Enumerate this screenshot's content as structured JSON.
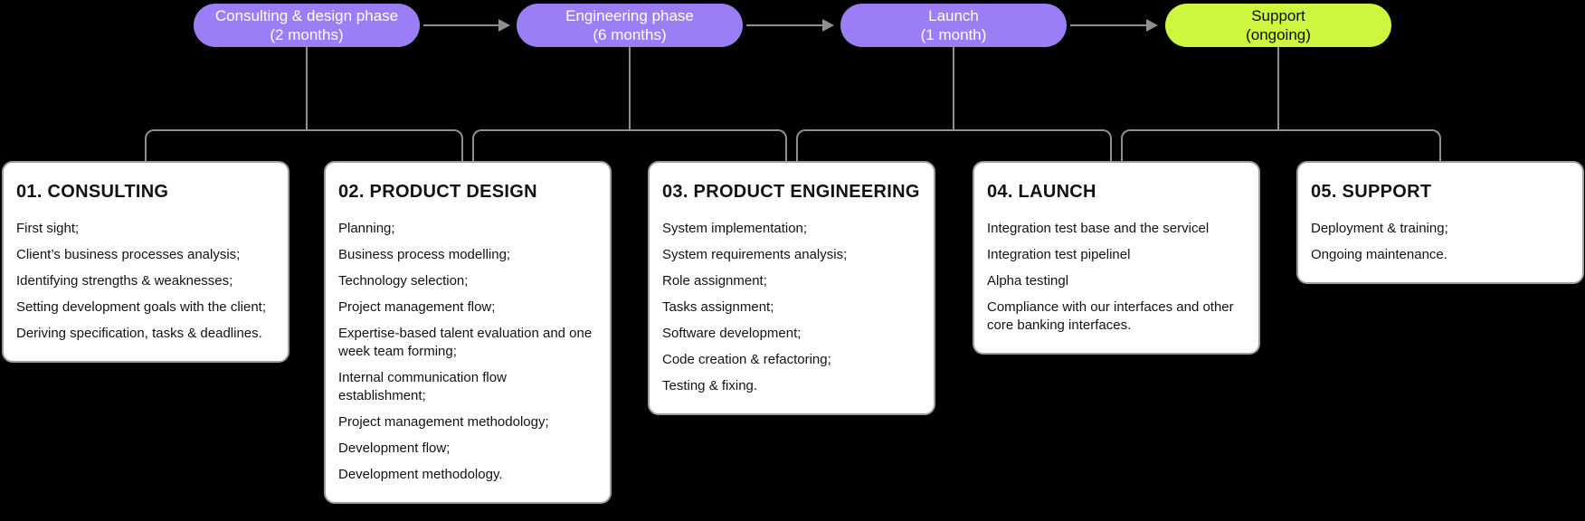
{
  "colors": {
    "bg": "#000000",
    "purple": "#9b7ef5",
    "lime": "#cdf63e",
    "line": "#8f8f8f",
    "card_bg": "#ffffff",
    "card_border": "#9e9e9e",
    "text_dark": "#121212",
    "pill_text_light": "#ffffff",
    "pill_text_dark": "#0d0d0d"
  },
  "timeline": {
    "phases": [
      {
        "label": "Consulting & design phase",
        "duration": "(2 months)"
      },
      {
        "label": "Engineering phase",
        "duration": "(6 months)"
      },
      {
        "label": "Launch",
        "duration": "(1 month)"
      },
      {
        "label": "Support",
        "duration": "(ongoing)"
      }
    ]
  },
  "cards": [
    {
      "title": "01. CONSULTING",
      "items": [
        "First sight;",
        "Client’s business processes analysis;",
        "Identifying strengths & weaknesses;",
        "Setting development goals with the client;",
        "Deriving specification, tasks & deadlines."
      ]
    },
    {
      "title": "02. PRODUCT DESIGN",
      "items": [
        "Planning;",
        "Business process modelling;",
        "Technology selection;",
        "Project management flow;",
        "Expertise-based talent evaluation and one week team forming;",
        "Internal communication flow establishment;",
        "Project management methodology;",
        "Development flow;",
        "Development methodology."
      ]
    },
    {
      "title": "03. PRODUCT ENGINEERING",
      "items": [
        "System implementation;",
        "System requirements analysis;",
        "Role assignment;",
        "Tasks assignment;",
        "Software development;",
        "Code creation & refactoring;",
        "Testing & fixing."
      ]
    },
    {
      "title": "04. LAUNCH",
      "items": [
        "Integration test base and the servicel",
        "Integration test pipelinel",
        "Alpha testingl",
        "Compliance with our interfaces and other core banking interfaces."
      ]
    },
    {
      "title": "05. SUPPORT",
      "items": [
        "Deployment & training;",
        "Ongoing maintenance."
      ]
    }
  ]
}
